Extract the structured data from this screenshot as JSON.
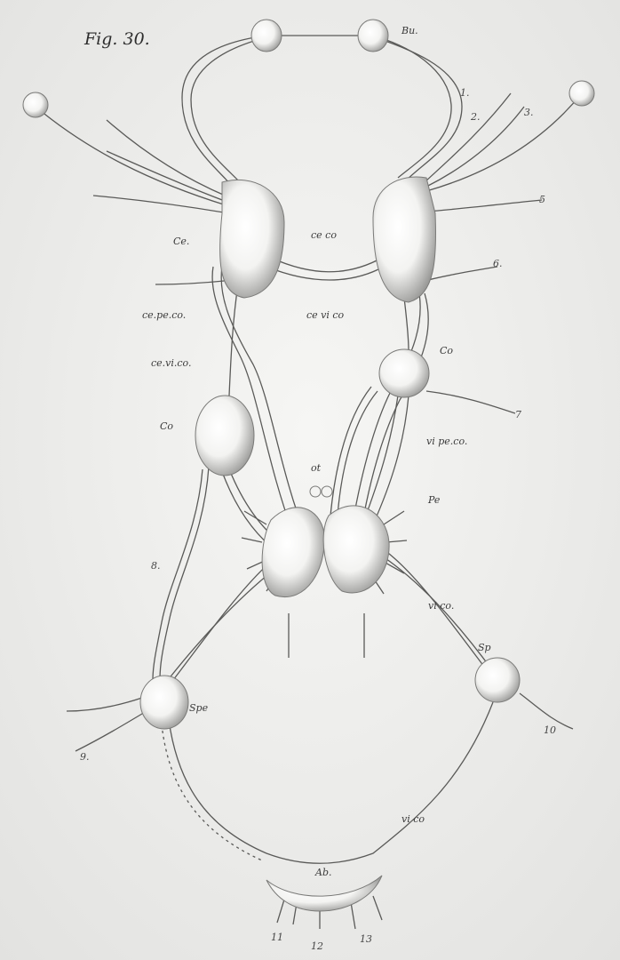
{
  "figure": {
    "title": "Fig. 30.",
    "labels": {
      "bu": "Bu.",
      "ce": "Ce.",
      "ce_co": "ce co",
      "ce_pe_co": "ce.pe.co.",
      "ce_vi_co_left": "ce.vi.co.",
      "ce_vi_co_right": "ce vi co",
      "co_left": "Co",
      "co_right": "Co",
      "ot": "ot",
      "pe": "Pe",
      "vi_pe_co": "vi pe.co.",
      "vi_co_center": "vi co.",
      "vi_co_lower": "vi co",
      "sp_left": "Spe",
      "sp_right": "Sp",
      "ab": "Ab.",
      "n1": "1.",
      "n2": "2.",
      "n3": "3.",
      "n5": "5",
      "n6": "6.",
      "n7": "7",
      "n8": "8.",
      "n9": "9.",
      "n10": "10",
      "n11": "11",
      "n12": "12",
      "n13": "13"
    }
  }
}
